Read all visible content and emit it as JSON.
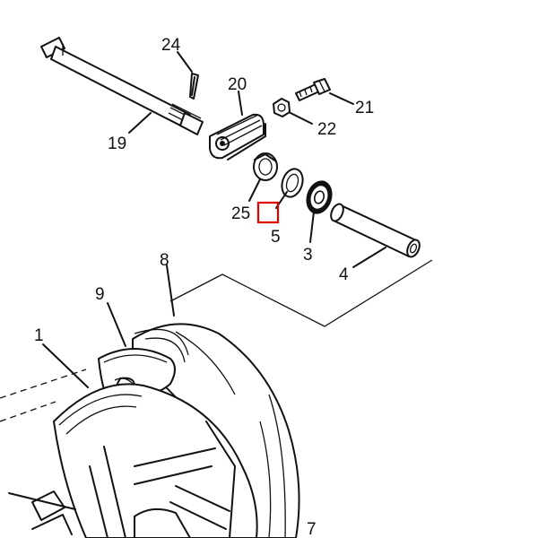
{
  "labels": {
    "axle": "19",
    "cotter_pin": "24",
    "adjuster": "20",
    "bolt": "21",
    "nut": "22",
    "collar": "25",
    "seal": "5",
    "bearing": "3",
    "spacer": "4",
    "tire": "8",
    "rim_strip": "9",
    "wheel": "1",
    "hub": "7"
  },
  "highlight_color": "#e00000"
}
